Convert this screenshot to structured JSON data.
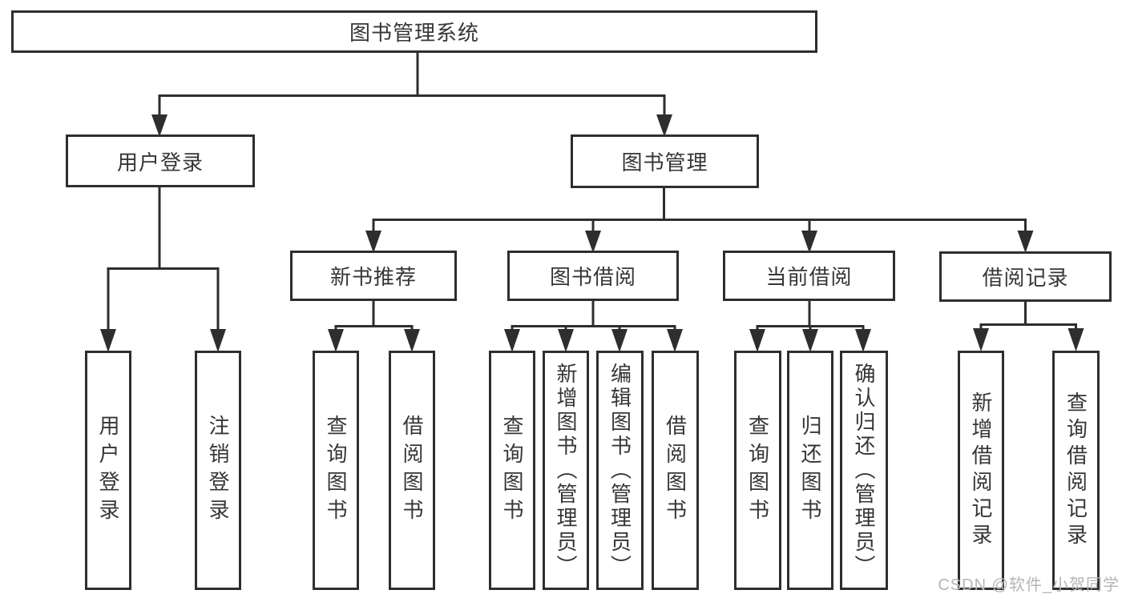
{
  "colors": {
    "line": "#2e2e2e",
    "box_border": "#2e2e2e",
    "box_fill": "#ffffff",
    "text": "#363636",
    "watermark": "#b5b5b5",
    "background": "#ffffff"
  },
  "watermark": {
    "text": "CSDN @软件_小贺同学"
  },
  "diagram": {
    "root": {
      "label": "图书管理系统"
    },
    "branches": [
      {
        "label": "用户登录",
        "children": [
          {
            "label": "用户登录"
          },
          {
            "label": "注销登录"
          }
        ]
      },
      {
        "label": "图书管理",
        "children": [
          {
            "label": "新书推荐",
            "children": [
              {
                "label": "查询图书"
              },
              {
                "label": "借阅图书"
              }
            ]
          },
          {
            "label": "图书借阅",
            "children": [
              {
                "label": "查询图书"
              },
              {
                "label": "新增图书（管理员）"
              },
              {
                "label": "编辑图书（管理员）"
              },
              {
                "label": "借阅图书"
              }
            ]
          },
          {
            "label": "当前借阅",
            "children": [
              {
                "label": "查询图书"
              },
              {
                "label": "归还图书"
              },
              {
                "label": "确认归还（管理员）"
              }
            ]
          },
          {
            "label": "借阅记录",
            "children": [
              {
                "label": "新增借阅记录"
              },
              {
                "label": "查询借阅记录"
              }
            ]
          }
        ]
      }
    ]
  }
}
